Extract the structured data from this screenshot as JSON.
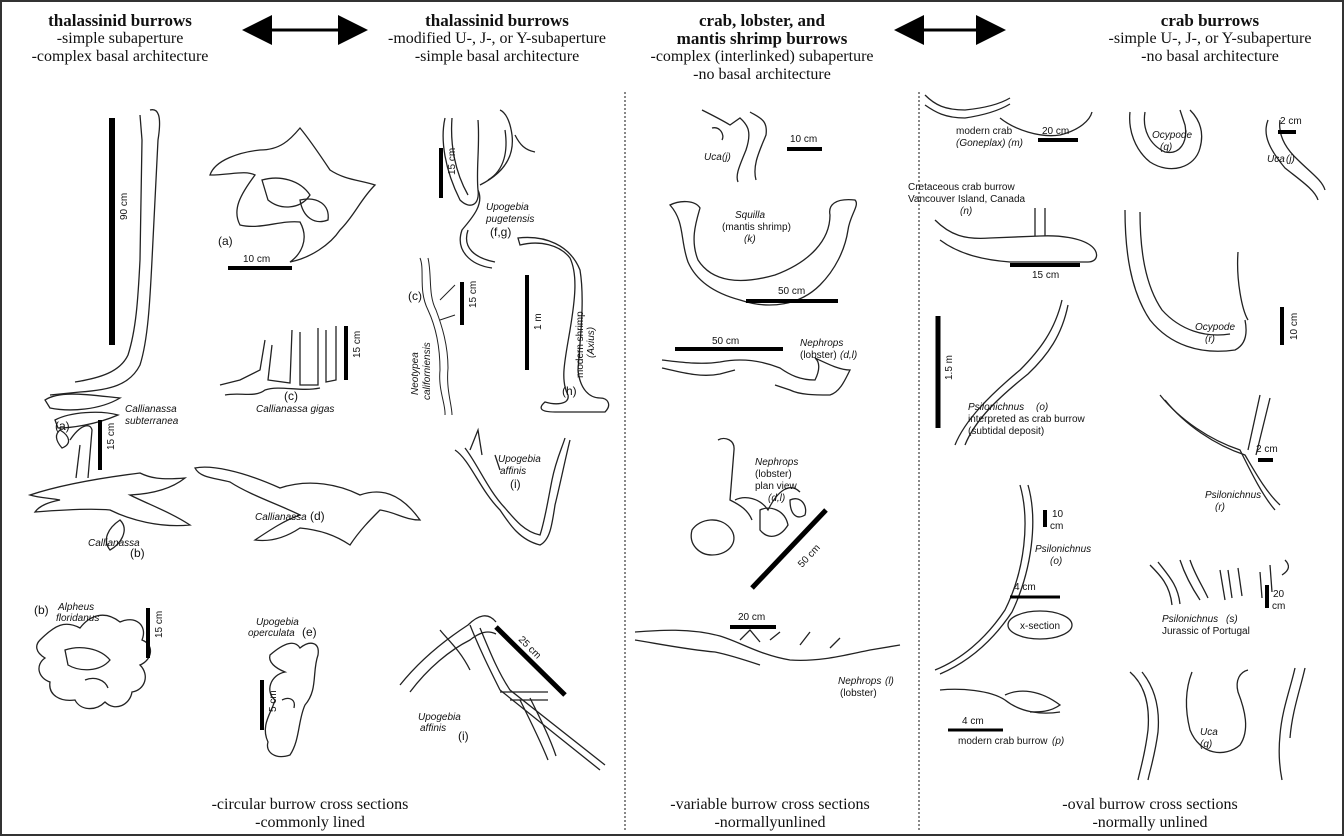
{
  "headers": [
    {
      "title": "thalassinid burrows",
      "lines": [
        "-simple subaperture",
        "-complex basal architecture"
      ]
    },
    {
      "title": "thalassinid burrows",
      "lines": [
        "-modified U-, J-, or Y-subaperture",
        "-simple basal architecture"
      ]
    },
    {
      "title": "crab, lobster, and",
      "title2": "mantis shrimp burrows",
      "lines": [
        "-complex (interlinked) subaperture",
        "-no basal architecture"
      ]
    },
    {
      "title": "crab burrows",
      "lines": [
        "-simple U-, J-, or Y-subaperture",
        "-no basal architecture"
      ]
    }
  ],
  "footers": [
    {
      "lines": [
        "-circular burrow cross sections",
        "-commonly lined"
      ]
    },
    {
      "lines": [
        "-variable burrow cross sections",
        "-normallyunlined"
      ]
    },
    {
      "lines": [
        "-oval burrow cross sections",
        "-normally unlined"
      ]
    }
  ],
  "labels": {
    "scale_90cm": "90 cm",
    "callianassa_subterranea_a": "(a)",
    "callianassa_subterranea_1": "Callianassa",
    "callianassa_subterranea_2": "subterranea",
    "a2": "(a)",
    "scale_10cm_a": "10 cm",
    "scale_15cm_c": "15 cm",
    "c_label": "(c)",
    "callianassa_gigas": "Callianassa gigas",
    "scale_15cm_b": "15 cm",
    "callianassa_b": "Callianassa",
    "b_label": "(b)",
    "callianassa_d": "Callianassa",
    "d_label": "(d)",
    "b2": "(b)",
    "alpheus_1": "Alpheus",
    "alpheus_2": "floridanus",
    "scale_15cm_alph": "15 cm",
    "upogebia_op_1": "Upogebia",
    "upogebia_op_2": "operculata",
    "e_label": "(e)",
    "scale_5cm": "5 cm",
    "scale_15cm_ug": "15 cm",
    "upogebia_pug_1": "Upogebia",
    "upogebia_pug_2": "pugetensis",
    "fg_label": "(f,g)",
    "c2": "(c)",
    "scale_15cm_neo": "15 cm",
    "neotypea_1": "Neotypea",
    "neotypea_2": "californiensis",
    "scale_1m": "1 m",
    "modern_shrimp": "modern shrimp",
    "axius": "(Axius)",
    "h_label": "(h)",
    "upogebia_aff_1": "Upogebia",
    "upogebia_aff_2": "affinis",
    "i_label": "(i)",
    "scale_25cm": "25 cm",
    "upogebia_aff2_1": "Upogebia",
    "upogebia_aff2_2": "affinis",
    "i2": "(i)",
    "uca_j": "Uca",
    "j_label": "(j)",
    "scale_10cm_uca": "10 cm",
    "squilla": "Squilla",
    "mantis": "(mantis shrimp)",
    "k_label": "(k)",
    "scale_50cm_sq": "50 cm",
    "scale_50cm_neph": "50 cm",
    "nephrops_1": "Nephrops",
    "lobster_dl": "(lobster)",
    "dl_label": "(d,l)",
    "nephrops_2": "Nephrops",
    "lobster_2": "(lobster)",
    "plan_view": "plan view",
    "dl2": "(d,l)",
    "scale_50cm_diag": "50 cm",
    "scale_20cm_neph": "20 cm",
    "nephrops_3": "Nephrops",
    "l_label": "(l)",
    "lobster_3": "(lobster)",
    "scale_20cm_crab": "20 cm",
    "modern_crab": "modern crab",
    "goneplax": "(Goneplax)",
    "m_label": "(m)",
    "ocypode_q": "Ocypode",
    "q_label": "(q)",
    "scale_2cm": "2 cm",
    "uca_j2": "Uca",
    "j2": "(j)",
    "cret_1": "Cretaceous crab burrow",
    "cret_2": "Vancouver Island, Canada",
    "n_label": "(n)",
    "scale_15cm_cret": "15 cm",
    "scale_15m": "1.5 m",
    "psilo_1": "Psilonichnus",
    "o_label": "(o)",
    "interp_1": "interpreted as crab burrow",
    "interp_2": "(subtidal deposit)",
    "ocypode_r": "Ocypode",
    "r_label": "(r)",
    "scale_10cm_oc": "10 cm",
    "scale_2cm_b": "2 cm",
    "psilo_r": "Psilonichnus",
    "r2": "(r)",
    "scale_10": "10",
    "scale_cm": "cm",
    "psilo_o2": "Psilonichnus",
    "o2": "(o)",
    "scale_4cm": "4 cm",
    "xsection": "x-section",
    "psilo_s": "Psilonichnus",
    "s_label": "(s)",
    "jurassic": "Jurassic of Portugal",
    "scale_20": "20",
    "scale_cm2": "cm",
    "scale_4cm_b": "4 cm",
    "modern_crab_burrow": "modern crab burrow",
    "p_label": "(p)",
    "uca_q": "Uca",
    "q2": "(q)"
  }
}
